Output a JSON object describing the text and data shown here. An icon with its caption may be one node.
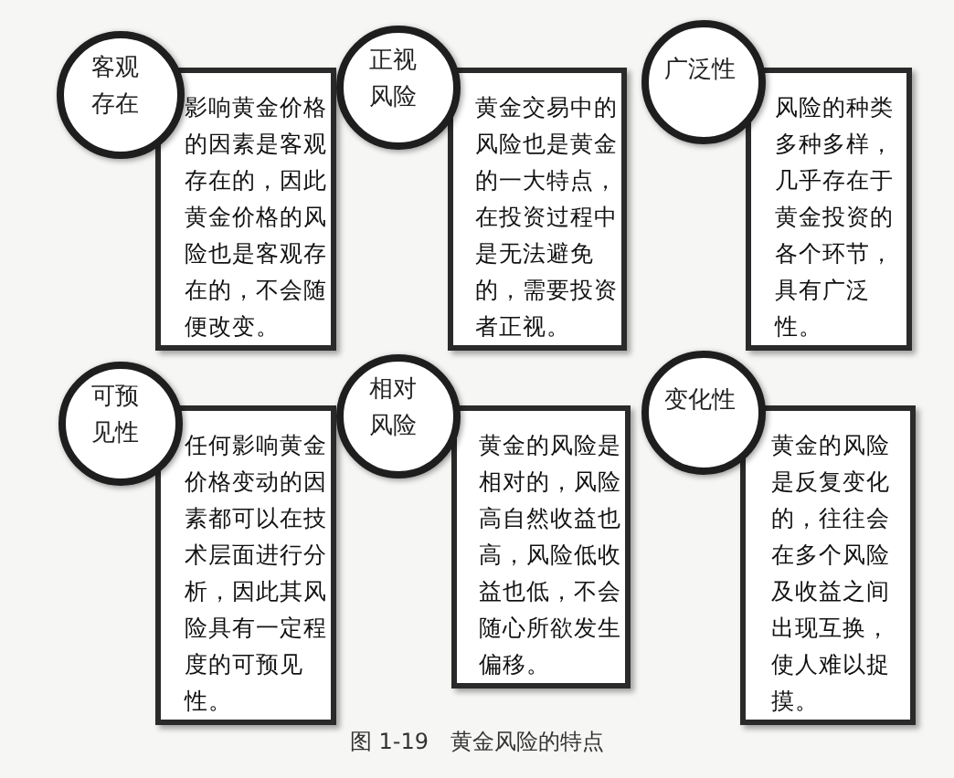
{
  "diagram": {
    "caption": "图 1-19　黄金风险的特点",
    "nodes": [
      {
        "text": [
          "客观存在"
        ]
      },
      {
        "text": [
          "影响黄金价格的因素是客观存在的，因此黄金价格的风险也是客观存在的，不会随便改变。"
        ]
      },
      {
        "text": [
          "正视风险"
        ]
      },
      {
        "text": [
          "黄金交易中的风险也是黄金的一大特点，在投资过程中是无法避免的，需要投资者正视。"
        ]
      },
      {
        "text": [
          "广泛性"
        ]
      },
      {
        "text": [
          "风险的种类多种多样，几乎存在于黄金投资的各个环节，具有广泛性。"
        ]
      },
      {
        "text": [
          "可预见性"
        ]
      },
      {
        "text": [
          "任何影响黄金价格变动的因素都可以在技术层面进行分析，因此其风险具有一定程度的可预见性。"
        ]
      },
      {
        "text": [
          "相对风险"
        ]
      },
      {
        "text": [
          "黄金的风险是相对的，风险高自然收益也高，风险低收益也低，不会随心所欲发生偏移。"
        ]
      },
      {
        "text": [
          "变化性"
        ]
      },
      {
        "text": [
          "黄金的风险是反复变化的，往往会在多个风险及收益之间出现互换，使人难以捉摸。"
        ]
      }
    ]
  }
}
